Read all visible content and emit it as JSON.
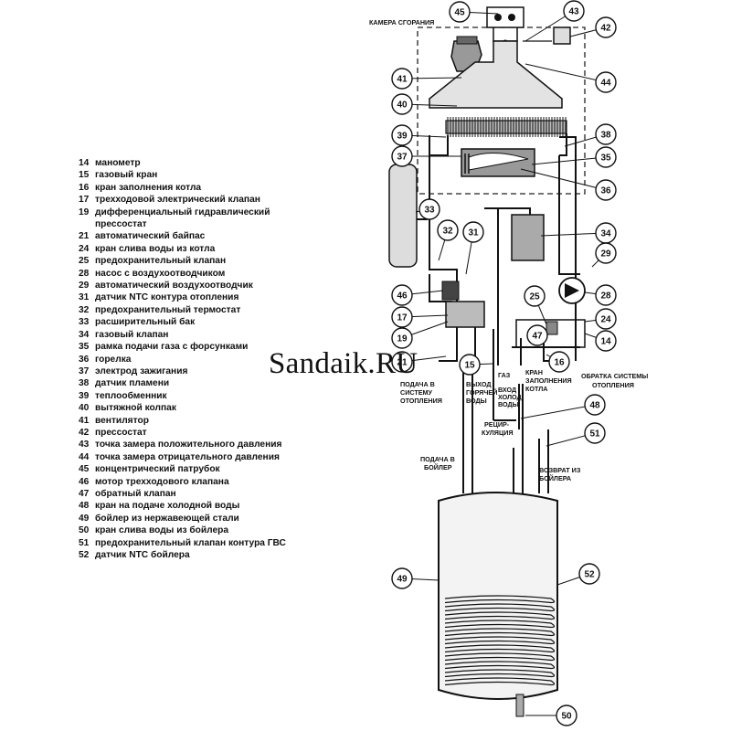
{
  "legend": [
    {
      "num": "14",
      "text": "манометр"
    },
    {
      "num": "15",
      "text": "газовый кран"
    },
    {
      "num": "16",
      "text": "кран заполнения котла"
    },
    {
      "num": "17",
      "text": "трехходовой электрический клапан"
    },
    {
      "num": "19",
      "text": "дифференциальный гидравлический прессостат"
    },
    {
      "num": "21",
      "text": "автоматический байпас"
    },
    {
      "num": "24",
      "text": "кран слива воды из котла"
    },
    {
      "num": "25",
      "text": "предохранительный клапан"
    },
    {
      "num": "28",
      "text": "насос с воздухоотводчиком"
    },
    {
      "num": "29",
      "text": "автоматический воздухоотводчик"
    },
    {
      "num": "31",
      "text": "датчик NTC контура отопления"
    },
    {
      "num": "32",
      "text": "предохранительный термостат"
    },
    {
      "num": "33",
      "text": "расширительный бак"
    },
    {
      "num": "34",
      "text": "газовый клапан"
    },
    {
      "num": "35",
      "text": "рамка подачи газа с форсунками"
    },
    {
      "num": "36",
      "text": "горелка"
    },
    {
      "num": "37",
      "text": "электрод зажигания"
    },
    {
      "num": "38",
      "text": "датчик пламени"
    },
    {
      "num": "39",
      "text": "теплообменник"
    },
    {
      "num": "40",
      "text": "вытяжной колпак"
    },
    {
      "num": "41",
      "text": "вентилятор"
    },
    {
      "num": "42",
      "text": "прессостат"
    },
    {
      "num": "43",
      "text": "точка замера положительного давления"
    },
    {
      "num": "44",
      "text": "точка замера отрицательного давления"
    },
    {
      "num": "45",
      "text": "концентрический патрубок"
    },
    {
      "num": "46",
      "text": "мотор трехходового клапана"
    },
    {
      "num": "47",
      "text": "обратный клапан"
    },
    {
      "num": "48",
      "text": "кран на подаче  холодной воды"
    },
    {
      "num": "49",
      "text": "бойлер из нержавеющей стали"
    },
    {
      "num": "50",
      "text": "кран слива воды из бойлера"
    },
    {
      "num": "51",
      "text": "предохранительный клапан контура ГВС"
    },
    {
      "num": "52",
      "text": "датчик NTC бойлера"
    }
  ],
  "watermark": "Sandaik.RU",
  "labels": {
    "combustion_chamber": "КАМЕРА СГОРАНИЯ",
    "heating_return": [
      "ОБРАТКА СИСТЕМЫ",
      "ОТОПЛЕНИЯ"
    ],
    "heating_supply": [
      "ПОДАЧА В",
      "СИСТЕМУ",
      "ОТОПЛЕНИЯ"
    ],
    "hot_water_out": [
      "ВЫХОД",
      "ГОРЯЧЕЙ",
      "ВОДЫ"
    ],
    "gas": "ГАЗ",
    "cold_water_in": [
      "ВХОД",
      "ХОЛОД.",
      "ВОДЫ"
    ],
    "boiler_fill_tap": [
      "КРАН",
      "ЗАПОЛНЕНИЯ",
      "КОТЛА"
    ],
    "recirculation": [
      "РЕЦИР-",
      "КУЛЯЦИЯ"
    ],
    "boiler_supply": [
      "ПОДАЧА В",
      "БОЙЛЕР"
    ],
    "boiler_return": [
      "ВОЗВРАТ ИЗ",
      "БОЙЛЕРА"
    ]
  },
  "callouts": [
    "45",
    "43",
    "42",
    "41",
    "44",
    "40",
    "39",
    "38",
    "37",
    "35",
    "36",
    "33",
    "34",
    "32",
    "31",
    "29",
    "46",
    "28",
    "25",
    "17",
    "24",
    "19",
    "47",
    "14",
    "21",
    "15",
    "16",
    "48",
    "51",
    "49",
    "52",
    "50"
  ]
}
